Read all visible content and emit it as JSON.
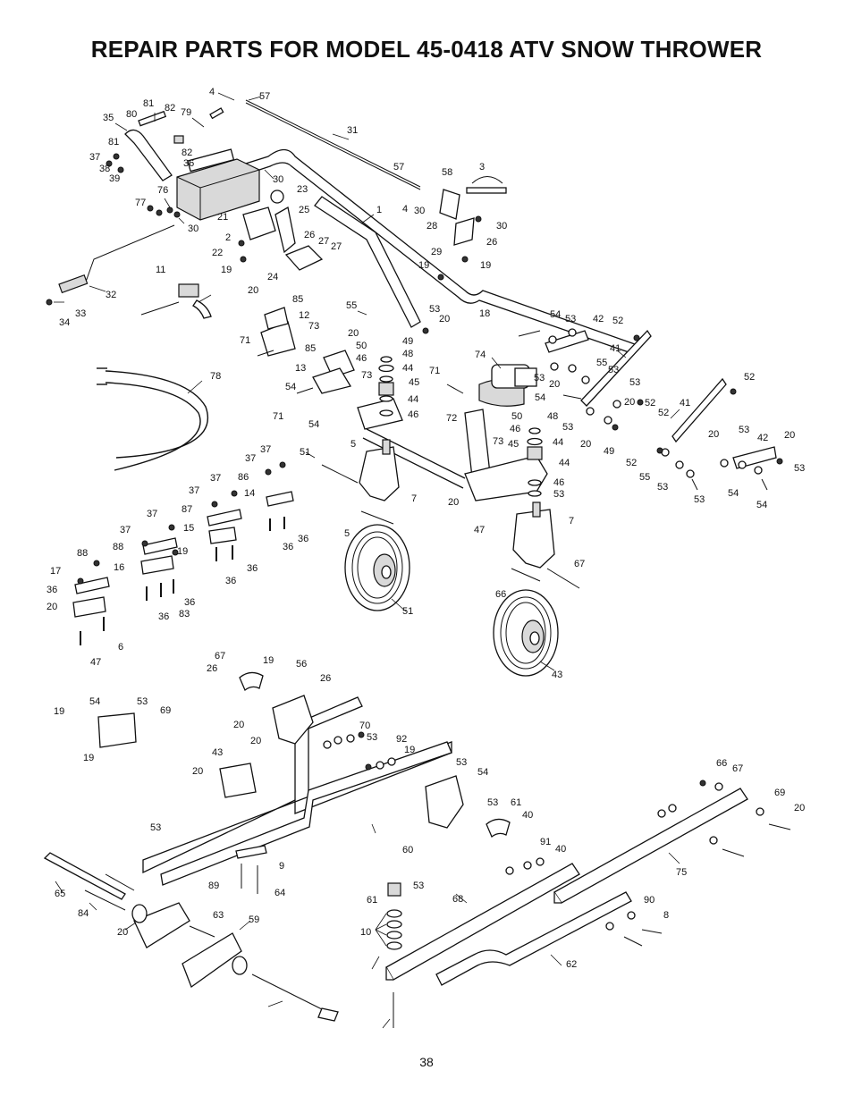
{
  "header": {
    "title": "REPAIR PARTS FOR MODEL 45-0418 ATV SNOW THROWER"
  },
  "footer": {
    "page_number": "38"
  },
  "callouts": [
    {
      "text": "4"
    },
    {
      "text": "57"
    },
    {
      "text": "81"
    },
    {
      "text": "82"
    },
    {
      "text": "80"
    },
    {
      "text": "79"
    },
    {
      "text": "35"
    },
    {
      "text": "81"
    },
    {
      "text": "82"
    },
    {
      "text": "37"
    },
    {
      "text": "36"
    },
    {
      "text": "38"
    },
    {
      "text": "39"
    },
    {
      "text": "31"
    },
    {
      "text": "30"
    },
    {
      "text": "76"
    },
    {
      "text": "77"
    },
    {
      "text": "30"
    },
    {
      "text": "23"
    },
    {
      "text": "21"
    },
    {
      "text": "2"
    },
    {
      "text": "25"
    },
    {
      "text": "22"
    },
    {
      "text": "19"
    },
    {
      "text": "26"
    },
    {
      "text": "27"
    },
    {
      "text": "27"
    },
    {
      "text": "24"
    },
    {
      "text": "1"
    },
    {
      "text": "57"
    },
    {
      "text": "58"
    },
    {
      "text": "3"
    },
    {
      "text": "4"
    },
    {
      "text": "30"
    },
    {
      "text": "28"
    },
    {
      "text": "30"
    },
    {
      "text": "29"
    },
    {
      "text": "26"
    },
    {
      "text": "19"
    },
    {
      "text": "19"
    },
    {
      "text": "11"
    },
    {
      "text": "32"
    },
    {
      "text": "34"
    },
    {
      "text": "33"
    },
    {
      "text": "20"
    },
    {
      "text": "85"
    },
    {
      "text": "12"
    },
    {
      "text": "73"
    },
    {
      "text": "55"
    },
    {
      "text": "53"
    },
    {
      "text": "20"
    },
    {
      "text": "18"
    },
    {
      "text": "71"
    },
    {
      "text": "85"
    },
    {
      "text": "20"
    },
    {
      "text": "50"
    },
    {
      "text": "49"
    },
    {
      "text": "46"
    },
    {
      "text": "48"
    },
    {
      "text": "44"
    },
    {
      "text": "13"
    },
    {
      "text": "73"
    },
    {
      "text": "45"
    },
    {
      "text": "54"
    },
    {
      "text": "44"
    },
    {
      "text": "46"
    },
    {
      "text": "71"
    },
    {
      "text": "54"
    },
    {
      "text": "71"
    },
    {
      "text": "72"
    },
    {
      "text": "73"
    },
    {
      "text": "74"
    },
    {
      "text": "78"
    },
    {
      "text": "54"
    },
    {
      "text": "53"
    },
    {
      "text": "42"
    },
    {
      "text": "52"
    },
    {
      "text": "41"
    },
    {
      "text": "55"
    },
    {
      "text": "53"
    },
    {
      "text": "53"
    },
    {
      "text": "20"
    },
    {
      "text": "53"
    },
    {
      "text": "54"
    },
    {
      "text": "20"
    },
    {
      "text": "52"
    },
    {
      "text": "52"
    },
    {
      "text": "41"
    },
    {
      "text": "52"
    },
    {
      "text": "53"
    },
    {
      "text": "20"
    },
    {
      "text": "49"
    },
    {
      "text": "50"
    },
    {
      "text": "48"
    },
    {
      "text": "46"
    },
    {
      "text": "44"
    },
    {
      "text": "45"
    },
    {
      "text": "44"
    },
    {
      "text": "46"
    },
    {
      "text": "53"
    },
    {
      "text": "55"
    },
    {
      "text": "20"
    },
    {
      "text": "53"
    },
    {
      "text": "42"
    },
    {
      "text": "20"
    },
    {
      "text": "52"
    },
    {
      "text": "53"
    },
    {
      "text": "53"
    },
    {
      "text": "54"
    },
    {
      "text": "53"
    },
    {
      "text": "54"
    },
    {
      "text": "51"
    },
    {
      "text": "5"
    },
    {
      "text": "37"
    },
    {
      "text": "37"
    },
    {
      "text": "86"
    },
    {
      "text": "14"
    },
    {
      "text": "37"
    },
    {
      "text": "87"
    },
    {
      "text": "36"
    },
    {
      "text": "36"
    },
    {
      "text": "37"
    },
    {
      "text": "15"
    },
    {
      "text": "37"
    },
    {
      "text": "88"
    },
    {
      "text": "19"
    },
    {
      "text": "16"
    },
    {
      "text": "36"
    },
    {
      "text": "36"
    },
    {
      "text": "37"
    },
    {
      "text": "88"
    },
    {
      "text": "36"
    },
    {
      "text": "83"
    },
    {
      "text": "17"
    },
    {
      "text": "36"
    },
    {
      "text": "36"
    },
    {
      "text": "20"
    },
    {
      "text": "6"
    },
    {
      "text": "47"
    },
    {
      "text": "7"
    },
    {
      "text": "20"
    },
    {
      "text": "5"
    },
    {
      "text": "51"
    },
    {
      "text": "47"
    },
    {
      "text": "7"
    },
    {
      "text": "67"
    },
    {
      "text": "66"
    },
    {
      "text": "43"
    },
    {
      "text": "67"
    },
    {
      "text": "19"
    },
    {
      "text": "56"
    },
    {
      "text": "26"
    },
    {
      "text": "26"
    },
    {
      "text": "19"
    },
    {
      "text": "54"
    },
    {
      "text": "53"
    },
    {
      "text": "69"
    },
    {
      "text": "20"
    },
    {
      "text": "70"
    },
    {
      "text": "20"
    },
    {
      "text": "53"
    },
    {
      "text": "19"
    },
    {
      "text": "92"
    },
    {
      "text": "19"
    },
    {
      "text": "43"
    },
    {
      "text": "20"
    },
    {
      "text": "53"
    },
    {
      "text": "54"
    },
    {
      "text": "66"
    },
    {
      "text": "67"
    },
    {
      "text": "53"
    },
    {
      "text": "61"
    },
    {
      "text": "40"
    },
    {
      "text": "69"
    },
    {
      "text": "20"
    },
    {
      "text": "53"
    },
    {
      "text": "60"
    },
    {
      "text": "91"
    },
    {
      "text": "40"
    },
    {
      "text": "75"
    },
    {
      "text": "9"
    },
    {
      "text": "89"
    },
    {
      "text": "64"
    },
    {
      "text": "65"
    },
    {
      "text": "84"
    },
    {
      "text": "53"
    },
    {
      "text": "61"
    },
    {
      "text": "68"
    },
    {
      "text": "90"
    },
    {
      "text": "8"
    },
    {
      "text": "63"
    },
    {
      "text": "59"
    },
    {
      "text": "20"
    },
    {
      "text": "10"
    },
    {
      "text": "62"
    }
  ]
}
